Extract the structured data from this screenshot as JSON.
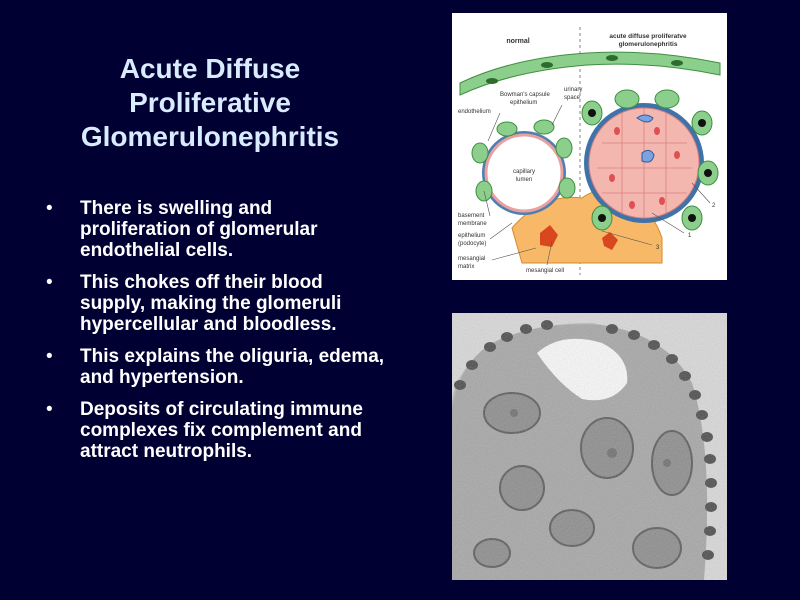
{
  "slide": {
    "title_lines": [
      "Acute Diffuse",
      "Proliferative",
      "Glomerulonephritis"
    ],
    "bullets": [
      "There is swelling and proliferation of glomerular endothelial cells.",
      "This chokes off their blood supply, making the glomeruli hypercellular and bloodless.",
      "This explains the oliguria, edema, and hypertension.",
      "Deposits of circulating immune complexes fix complement and attract neutrophils."
    ],
    "bullet_glyph": "•"
  },
  "diagram": {
    "header_left": "normal",
    "header_right_line1": "acute diffuse proliferatve",
    "header_right_line2": "glomerulonephritis",
    "label_bowman_1": "Bowman's capsule",
    "label_bowman_2": "epithelium",
    "label_urinary_1": "urinary",
    "label_urinary_2": "space",
    "label_endothelium": "endothelium",
    "label_capillary_1": "capillary",
    "label_capillary_2": "lumen",
    "label_basement_1": "basement",
    "label_basement_2": "membrane",
    "label_epithelium_1": "epithelium",
    "label_epithelium_2": "(podocyte)",
    "label_mesangial_matrix_1": "mesangial",
    "label_mesangial_matrix_2": "matrix",
    "label_mesangial_cell": "mesangial cell",
    "num_1": "1",
    "num_2": "2",
    "num_3": "3"
  },
  "colors": {
    "background": "#000033",
    "title": "#d9ecff",
    "text": "#ffffff",
    "membrane": "#3a6fa6",
    "bowman": "#7fbf7f",
    "mesangium": "#f4a64a",
    "swollen_cell": "#f4b7b0"
  }
}
